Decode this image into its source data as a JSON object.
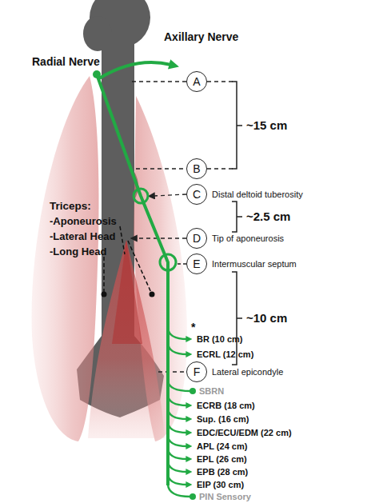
{
  "diagram": {
    "nodes": [
      {
        "text": [
          "A"
        ]
      },
      {
        "text": [
          "B"
        ]
      },
      {
        "text": [
          "C"
        ]
      },
      {
        "text": [
          "D"
        ]
      },
      {
        "text": [
          "E"
        ]
      },
      {
        "text": [
          "F"
        ]
      }
    ],
    "labels": [
      "Axillary Nerve",
      "Radial Nerve",
      "~15 cm",
      "Distal deltoid tuberosity",
      "~2.5 cm",
      "Triceps:",
      "-Aponeurosis",
      "-Lateral Head",
      "-Long Head",
      "Tip of aponeurosis",
      "Intermuscular septum",
      "~10 cm",
      "*",
      "BR (10 cm)",
      "ECRL (12 cm)",
      "Lateral epicondyle",
      "SBRN",
      "ECRB (18 cm)",
      "Sup. (16 cm)",
      "EDC/ECU/EDM (22 cm)",
      "APL (24 cm)",
      "EPL (26 cm)",
      "EPB (28 cm)",
      "EIP (30 cm)",
      "PIN Sensory"
    ]
  }
}
